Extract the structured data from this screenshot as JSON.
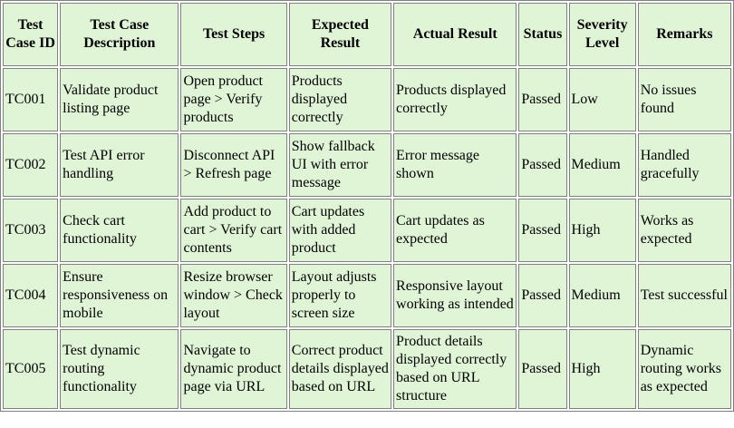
{
  "table": {
    "headers": [
      "Test Case ID",
      "Test Case Description",
      "Test Steps",
      "Expected Result",
      "Actual Result",
      "Status",
      "Severity Level",
      "Remarks"
    ],
    "rows": [
      [
        "TC001",
        "Validate product listing page",
        "Open product page > Verify products",
        "Products displayed correctly",
        "Products displayed correctly",
        "Passed",
        "Low",
        "No issues found"
      ],
      [
        "TC002",
        "Test API error handling",
        "Disconnect API > Refresh page",
        "Show fallback UI with error message",
        "Error message shown",
        "Passed",
        "Medium",
        "Handled gracefully"
      ],
      [
        "TC003",
        "Check cart functionality",
        "Add product to cart > Verify cart contents",
        "Cart updates with added product",
        "Cart updates as expected",
        "Passed",
        "High",
        "Works as expected"
      ],
      [
        "TC004",
        "Ensure responsiveness on mobile",
        "Resize browser window > Check layout",
        "Layout adjusts properly to screen size",
        "Responsive layout working as intended",
        "Passed",
        "Medium",
        "Test successful"
      ],
      [
        "TC005",
        "Test dynamic routing functionality",
        "Navigate to dynamic product page via URL",
        "Correct product details displayed based on URL",
        "Product details displayed correctly based on URL structure",
        "Passed",
        "High",
        "Dynamic routing works as expected"
      ]
    ]
  }
}
